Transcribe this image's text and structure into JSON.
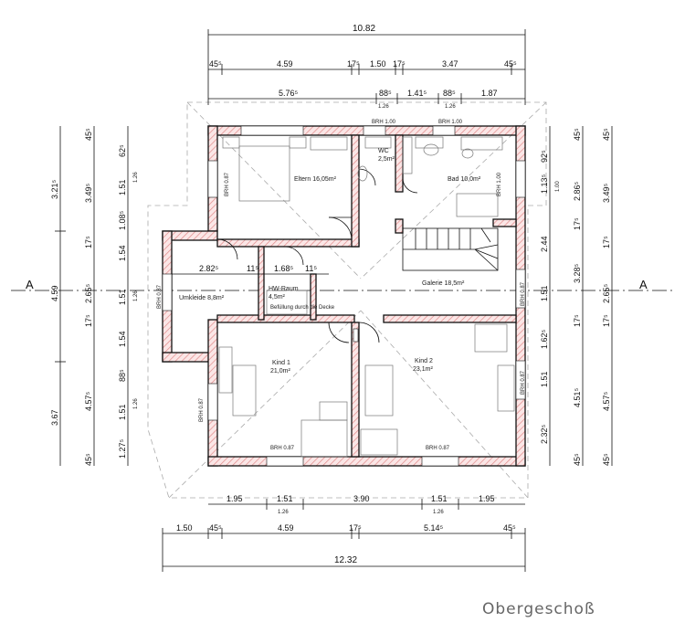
{
  "title": "Obergeschoß",
  "section_marker": "A",
  "dims": {
    "top_total": "10.82",
    "top_row1": [
      "45⁵",
      "4.59",
      "17⁵",
      "1.50",
      "17⁵",
      "3.47",
      "45⁵"
    ],
    "top_row2": [
      "5.76⁵",
      "88⁵",
      "1.41⁵",
      "88⁵",
      "1.87"
    ],
    "top_small": [
      "1.26",
      "1.26"
    ],
    "brh_top": [
      "BRH 1.00",
      "BRH 1.00"
    ],
    "bottom_total": "12.32",
    "bottom_row1": [
      "1.95",
      "1.51",
      "3.90",
      "1.51",
      "1.95"
    ],
    "bottom_small": [
      "1.26",
      "1.26"
    ],
    "bottom_row2": [
      "1.50",
      "45⁵",
      "4.59",
      "17⁵",
      "5.14⁵",
      "45⁵"
    ],
    "left_outer": [
      "3.21⁵",
      "4.59",
      "3.67"
    ],
    "left_mid": [
      "45⁵",
      "3.49⁵",
      "17⁵",
      "2.65⁵",
      "17⁵",
      "4.57⁵",
      "45⁵"
    ],
    "left_inner": [
      "62⁵",
      "1.51",
      "1.08⁵",
      "1.54",
      "1.51",
      "1.54",
      "88⁵",
      "1.51",
      "1.27⁵"
    ],
    "left_small": [
      "1.26",
      "1.26",
      "1.26"
    ],
    "right_inner": [
      "92⁵",
      "1.13⁵",
      "2.44",
      "1.51",
      "1.62⁵",
      "1.51",
      "2.32⁵"
    ],
    "right_small": [
      "1.00"
    ],
    "right_mid": [
      "45⁵",
      "2.86⁵",
      "17⁵",
      "3.28⁵",
      "17⁵",
      "4.51⁵",
      "45⁵"
    ],
    "right_outer": [
      "45⁵",
      "3.49⁵",
      "17⁵",
      "2.65⁵",
      "17⁵",
      "4.57⁵",
      "45⁵"
    ],
    "inner_h": [
      "2.82⁵",
      "11⁵",
      "1.68⁵",
      "11⁵"
    ]
  },
  "rooms": [
    {
      "name": "Eltern",
      "area": "16,05m²"
    },
    {
      "name": "WC",
      "area": "2,5m²"
    },
    {
      "name": "Bad",
      "area": "10,0m²"
    },
    {
      "name": "Umkleide",
      "area": "8,8m²"
    },
    {
      "name": "HW-Raum",
      "area": "4,5m²"
    },
    {
      "name": "Galerie",
      "area": "18,5m²"
    },
    {
      "name": "Kind 1",
      "area": "21,0m²"
    },
    {
      "name": "Kind 2",
      "area": "23,1m²"
    }
  ],
  "brh": {
    "eltern": "BRH 0.87",
    "bad": "BRH 1.00",
    "umkleide": "BRH 0.87",
    "galerie": "BRH 0.87",
    "kind1_left": "BRH 0.87",
    "kind1_bottom": "BRH 0.87",
    "kind2_right": "BRH 0.87",
    "kind2_bottom": "BRH 0.87"
  },
  "hw_note": "Befüllung durch die Decke"
}
